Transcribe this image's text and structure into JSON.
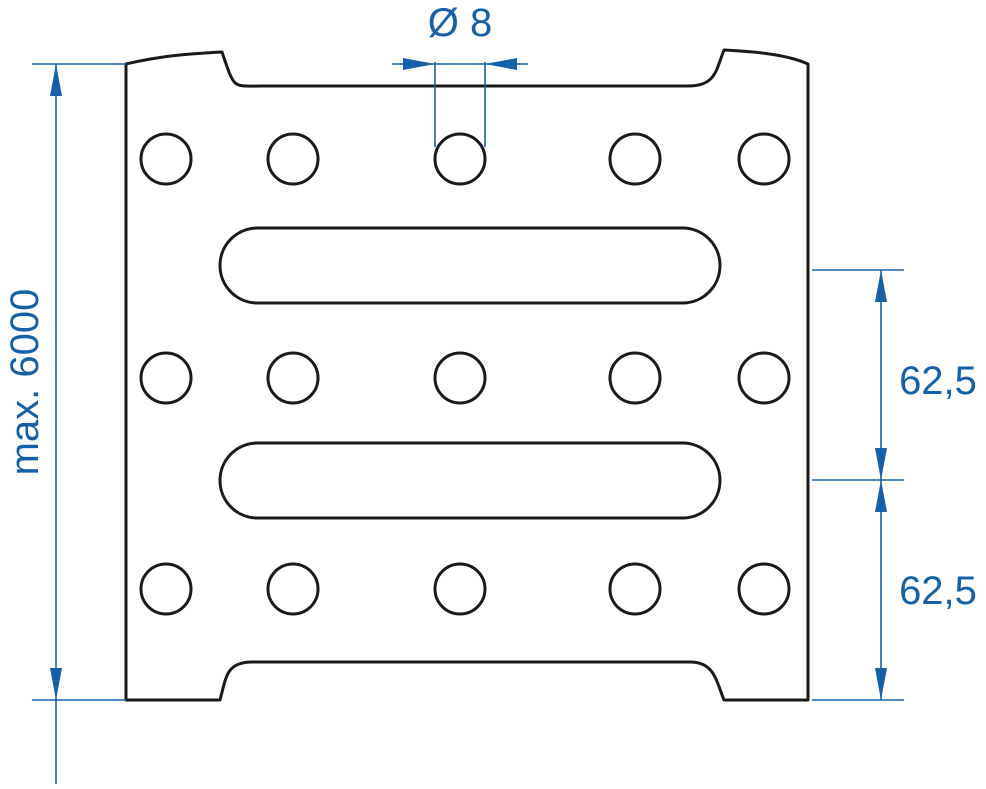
{
  "dimensions": {
    "hole_diameter": "Ø 8",
    "overall_length": "max. 6000",
    "pitch_upper": "62,5",
    "pitch_lower": "62,5"
  },
  "colors": {
    "dimension": "#1660a8",
    "outline": "#1a1a1a",
    "background": "#ffffff"
  }
}
